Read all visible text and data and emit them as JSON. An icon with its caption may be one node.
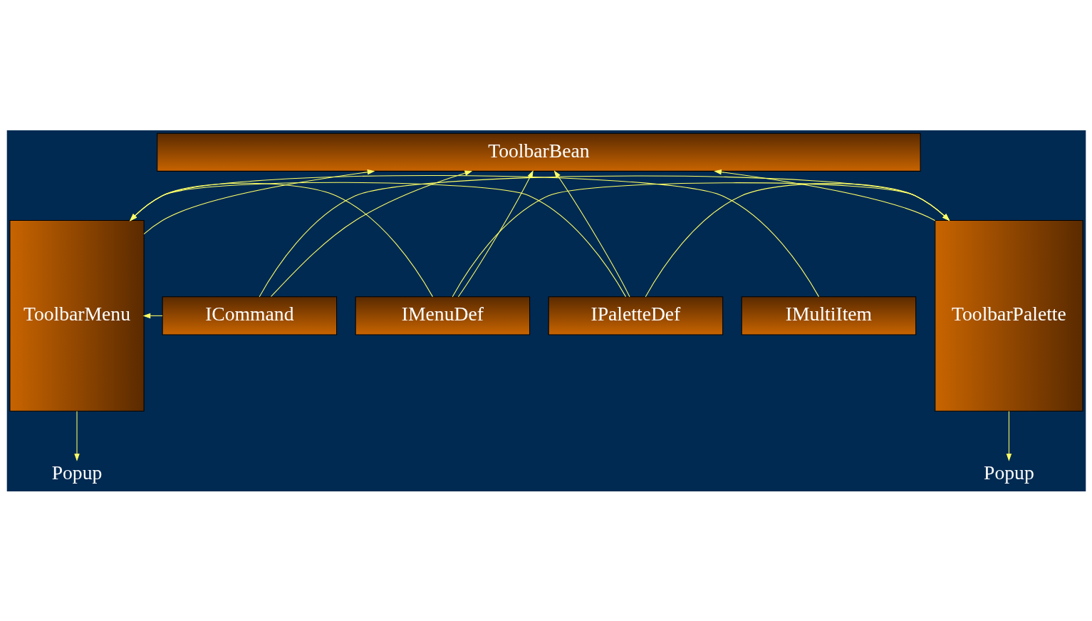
{
  "diagram": {
    "nodes": [
      {
        "text": [
          "ToolbarBean"
        ]
      },
      {
        "text": [
          "ToolbarMenu"
        ]
      },
      {
        "text": [
          "ICommand"
        ]
      },
      {
        "text": [
          "IMenuDef"
        ]
      },
      {
        "text": [
          "IPaletteDef"
        ]
      },
      {
        "text": [
          "IMultiItem"
        ]
      },
      {
        "text": [
          "ToolbarPalette"
        ]
      },
      {
        "text": [
          "Popup"
        ]
      },
      {
        "text": [
          "Popup"
        ]
      }
    ],
    "edges": [
      {
        "from": 1,
        "to": 0,
        "arrow": "to"
      },
      {
        "from": 4,
        "to": 0,
        "arrow": "to"
      },
      {
        "from": 3,
        "to": 0,
        "arrow": "to"
      },
      {
        "from": 2,
        "to": 0,
        "arrow": "to"
      },
      {
        "from": 6,
        "to": 0,
        "arrow": "to"
      },
      {
        "from": 2,
        "to": 1,
        "arrow": "to"
      },
      {
        "from": 2,
        "to": 6,
        "arrow": "to"
      },
      {
        "from": 3,
        "to": 1,
        "arrow": "to"
      },
      {
        "from": 3,
        "to": 6,
        "arrow": "to"
      },
      {
        "from": 4,
        "to": 1,
        "arrow": "to"
      },
      {
        "from": 4,
        "to": 6,
        "arrow": "to"
      },
      {
        "from": 5,
        "to": 1,
        "arrow": "to"
      },
      {
        "from": 1,
        "to": 7,
        "arrow": "to"
      },
      {
        "from": 6,
        "to": 8,
        "arrow": "to"
      }
    ]
  }
}
